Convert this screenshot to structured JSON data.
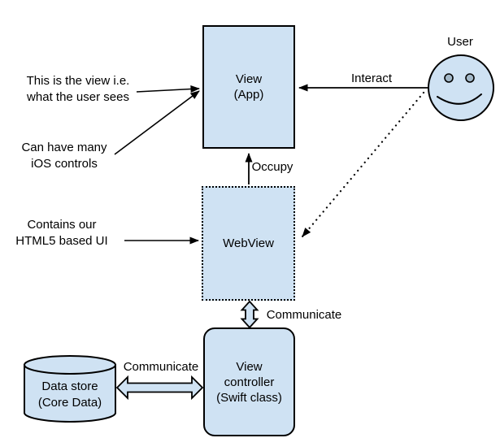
{
  "colors": {
    "node_fill": "#cfe2f3",
    "stroke": "#000000",
    "eye_fill": "#a3b8c8",
    "background": "#ffffff"
  },
  "nodes": {
    "view_app": {
      "line1": "View",
      "line2": "(App)"
    },
    "webview": {
      "label": "WebView"
    },
    "view_controller": {
      "line1": "View",
      "line2": "controller",
      "line3": "(Swift class)"
    },
    "data_store": {
      "line1": "Data store",
      "line2": "(Core Data)"
    },
    "user": {
      "label": "User"
    }
  },
  "annotations": {
    "view_note": {
      "line1": "This is the view i.e.",
      "line2": "what the user sees"
    },
    "controls_note": {
      "line1": "Can have many",
      "line2": "iOS controls"
    },
    "html5_note": {
      "line1": "Contains our",
      "line2": "HTML5 based UI"
    }
  },
  "edges": {
    "interact": {
      "label": "Interact"
    },
    "occupy": {
      "label": "Occupy"
    },
    "webview_controller_communicate": {
      "label": "Communicate"
    },
    "datastore_controller_communicate": {
      "label": "Communicate"
    }
  }
}
